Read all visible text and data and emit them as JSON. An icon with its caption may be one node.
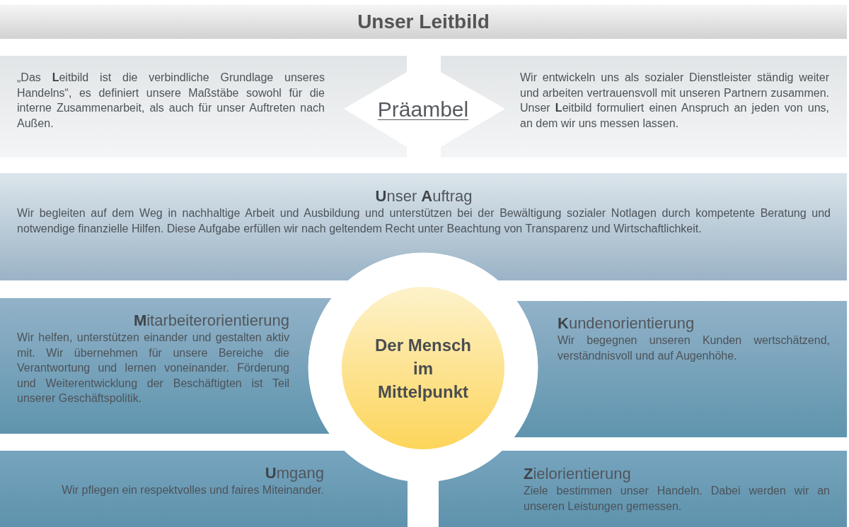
{
  "diagram": {
    "title": "Unser Leitbild",
    "nodes": [
      {
        "text": [
          "„Das **L**eitbild ist die verbindliche Grundlage unseres Handelns“, es definiert unsere Maßstäbe sowohl für die interne Zusammenarbeit, als auch für unser Auftreten nach Außen."
        ]
      },
      {
        "text": [
          "Präambel"
        ]
      },
      {
        "text": [
          "Wir entwickeln uns als sozialer Dienstleister ständig weiter und arbeiten vertrauensvoll mit unseren Partnern zusammen. Unser **L**eitbild formuliert einen Anspruch an jeden von uns, an dem wir uns messen lassen."
        ]
      },
      {
        "text": [
          "**U**nser **A**uftrag",
          "Wir begleiten auf dem Weg in nachhaltige Arbeit und Ausbildung und unterstützen bei der Bewältigung sozialer Notlagen durch kompetente Beratung und notwendige finanzielle Hilfen. Diese Aufgabe erfüllen wir nach geltendem Recht unter Beachtung von Transparenz und Wirtschaftlichkeit."
        ]
      },
      {
        "text": [
          "**M**itarbeiterorientierung",
          "Wir helfen, unterstützen einander und gestalten aktiv mit. Wir übernehmen für unsere Bereiche die Verantwortung und lernen voneinander. Förderung und Weiterentwicklung der Beschäftigten ist Teil unserer Geschäftspolitik."
        ]
      },
      {
        "text": [
          "Der Mensch im Mittelpunkt"
        ]
      },
      {
        "text": [
          "**K**undenorientierung",
          "Wir begegnen unseren Kunden wertschätzend, verständnisvoll und auf Augenhöhe."
        ]
      },
      {
        "text": [
          "**U**mgang",
          "Wir pflegen ein respektvolles und faires Miteinander."
        ]
      },
      {
        "text": [
          "**Z**ielorientierung",
          "Ziele bestimmen unser Handeln. Dabei werden wir an unseren Leistungen gemessen."
        ]
      }
    ]
  }
}
